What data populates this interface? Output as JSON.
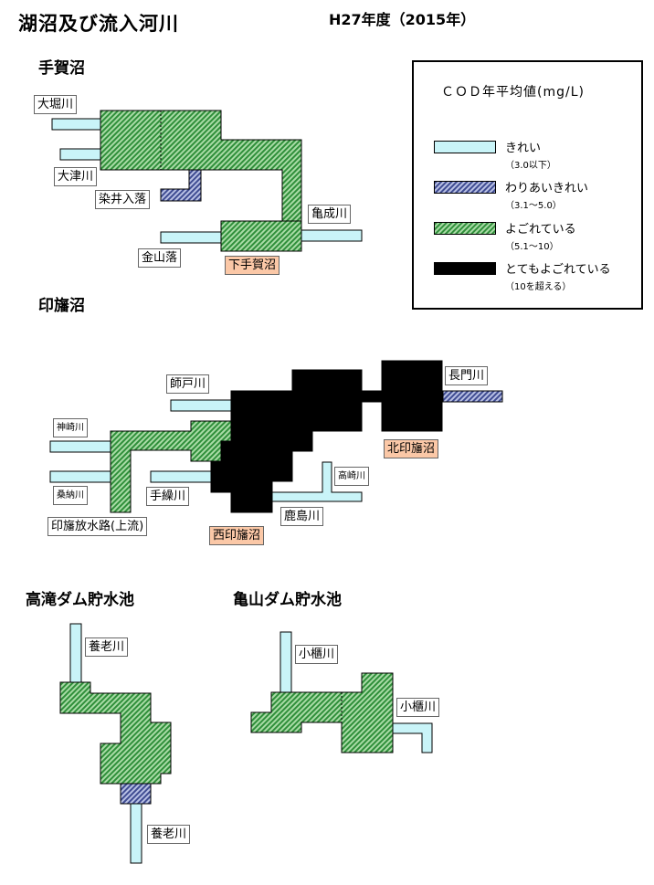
{
  "header": {
    "title": "湖沼及び流入河川",
    "year": "H27年度（2015年）"
  },
  "colors": {
    "clean": "#c9f4f8",
    "fair": "#7d89bf",
    "polluted": "#70bf70",
    "very_polluted": "#000000",
    "reservoir_label": "#fbc8a7"
  },
  "legend": {
    "title": "ＣＯＤ年平均値(mg/L)",
    "items": [
      {
        "name": "きれい",
        "range": "（3.0以下）",
        "class": "clean"
      },
      {
        "name": "わりあいきれい",
        "range": "（3.1～5.0）",
        "class": "fair"
      },
      {
        "name": "よごれている",
        "range": "（5.1～10）",
        "class": "polluted"
      },
      {
        "name": "とてもよごれている",
        "range": "（10を超える）",
        "class": "very_polluted"
      }
    ]
  },
  "tegaNuma": {
    "title": "手賀沼",
    "rivers": [
      "大堀川",
      "大津川",
      "染井入落",
      "金山落",
      "亀成川"
    ],
    "lake": "下手賀沼"
  },
  "inbaNuma": {
    "title": "印旛沼",
    "rivers": [
      "師戸川",
      "神崎川",
      "桑納川",
      "印旛放水路(上流)",
      "手繰川",
      "高崎川",
      "鹿島川",
      "長門川"
    ],
    "lakes": [
      "北印旛沼",
      "西印旛沼"
    ]
  },
  "takatakiDam": {
    "title": "高滝ダム貯水池",
    "rivers": [
      "養老川",
      "養老川"
    ]
  },
  "kameyamaDam": {
    "title": "亀山ダム貯水池",
    "rivers": [
      "小櫃川",
      "小櫃川"
    ]
  }
}
